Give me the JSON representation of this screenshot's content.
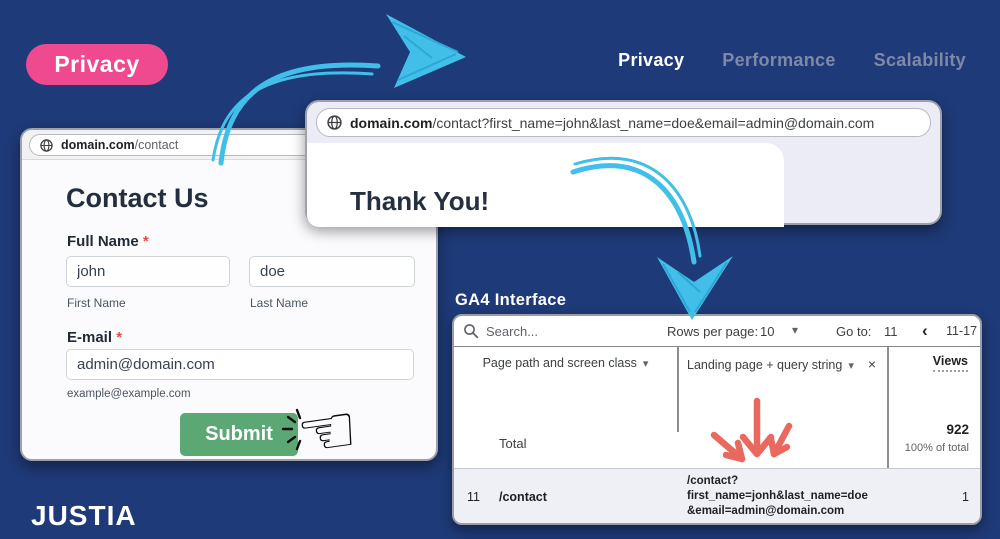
{
  "badge": {
    "label": "Privacy"
  },
  "nav": {
    "items": [
      {
        "label": "Privacy",
        "active": true
      },
      {
        "label": "Performance",
        "active": false
      },
      {
        "label": "Scalability",
        "active": false
      }
    ]
  },
  "form_window": {
    "address": {
      "domain": "domain.com",
      "path": "/contact"
    },
    "heading": "Contact Us",
    "full_name_label": "Full Name",
    "required_mark": "*",
    "first_name_value": "john",
    "first_name_hint": "First Name",
    "last_name_value": "doe",
    "last_name_hint": "Last Name",
    "email_label": "E-mail",
    "email_value": "admin@domain.com",
    "email_hint": "example@example.com",
    "submit_label": "Submit"
  },
  "thankyou_window": {
    "address": {
      "domain": "domain.com",
      "path": "/contact?first_name=john&last_name=doe&email=admin@domain.com"
    },
    "message": "Thank You!"
  },
  "ga4": {
    "caption": "GA4 Interface",
    "toolbar": {
      "search_placeholder": "Search...",
      "rows_per_page_label": "Rows per page:",
      "rows_per_page_value": "10",
      "goto_label": "Go to:",
      "goto_value": "11",
      "page_range": "11-17"
    },
    "table": {
      "col1_header": "Page path and screen class",
      "col2_header": "Landing page + query string",
      "col3_header": "Views",
      "total_label": "Total",
      "total_views": "922",
      "total_views_sub": "100% of total",
      "row": {
        "index": "11",
        "page_path": "/contact",
        "landing_lines": [
          "/contact?",
          "first_name=jonh&last_name=doe",
          "&email=admin@domain.com"
        ],
        "views": "1"
      }
    }
  },
  "logo": "JUSTIA",
  "icons": {
    "dropdown_caret": "▾",
    "remove_x": "×",
    "prev_chevron": "‹",
    "click_hand": "☜"
  },
  "colors": {
    "background_navy": "#1f3a78",
    "accent_pink": "#ef4a90",
    "arrow_blue": "#41bfe8",
    "arrow_red": "#e9695e",
    "button_green": "#5ba874"
  }
}
